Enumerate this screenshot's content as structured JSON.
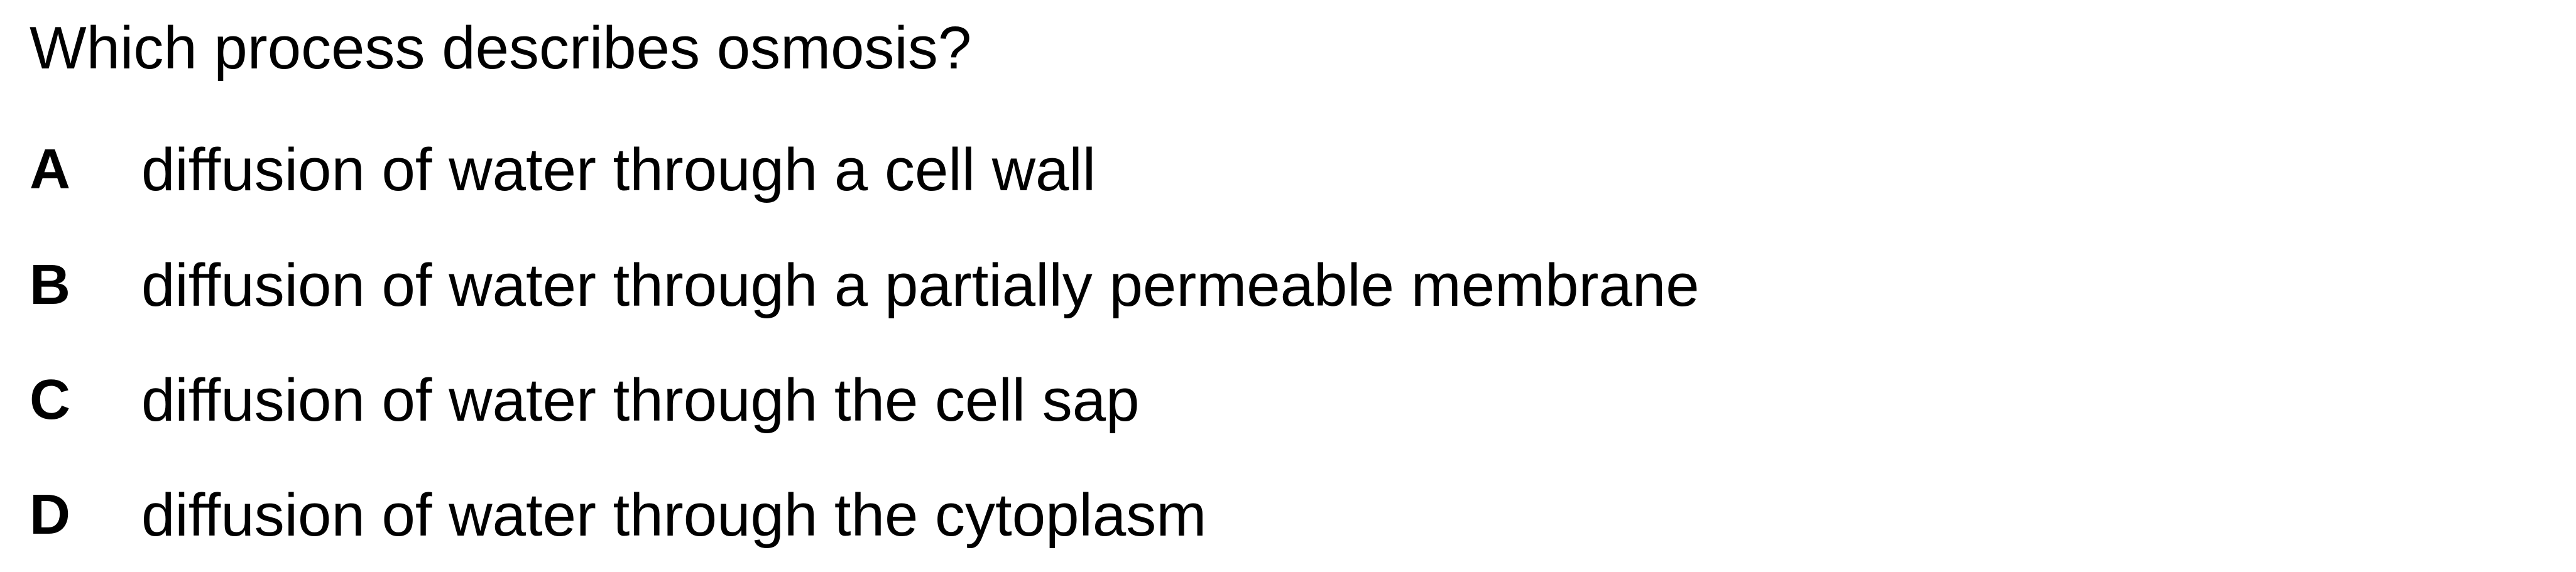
{
  "question": {
    "text": "Which process describes osmosis?"
  },
  "options": [
    {
      "letter": "A",
      "text": "diffusion of water through a cell wall"
    },
    {
      "letter": "B",
      "text": "diffusion of water through a partially permeable membrane"
    },
    {
      "letter": "C",
      "text": "diffusion of water through the cell sap"
    },
    {
      "letter": "D",
      "text": "diffusion of water through the cytoplasm"
    }
  ]
}
